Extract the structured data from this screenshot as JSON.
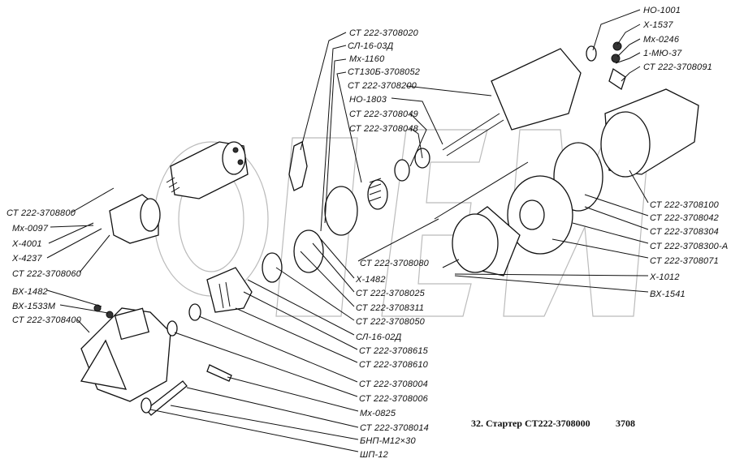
{
  "caption": {
    "title": "32. Стартер СТ222-3708000",
    "group": "3708"
  },
  "watermark": "ОВЕН",
  "labels": {
    "top": [
      "СТ 222-3708020",
      "СЛ-16-03Д",
      "Мх-1160",
      "СТ130Б-3708052",
      "СТ 222-3708200",
      "НО-1803",
      "СТ 222-3708049",
      "СТ 222-3708048"
    ],
    "top_right": [
      "НО-1001",
      "Х-1537",
      "Мх-0246",
      "1-МЮ-37",
      "СТ 222-3708091"
    ],
    "left": [
      "СТ 222-3708800",
      "Мх-0097",
      "Х-4001",
      "Х-4237",
      "СТ 222-3708060",
      "ВХ-1482",
      "ВХ-1533М",
      "СТ 222-3708400"
    ],
    "right": [
      "СТ 222-3708100",
      "СТ 222-3708042",
      "СТ 222-3708304",
      "СТ 222-3708300-А",
      "СТ 222-3708071",
      "Х-1012",
      "ВХ-1541"
    ],
    "bottom": [
      "СТ 222-3708080",
      "Х-1482",
      "СТ 222-3708025",
      "СТ 222-3708311",
      "СТ 222-3708050",
      "СЛ-16-02Д",
      "СТ 222-3708615",
      "СТ 222-3708610",
      "СТ 222-3708004",
      "СТ 222-3708006",
      "Мх-0825",
      "СТ 222-3708014",
      "БНП-М12×30",
      "ШП-12"
    ]
  }
}
